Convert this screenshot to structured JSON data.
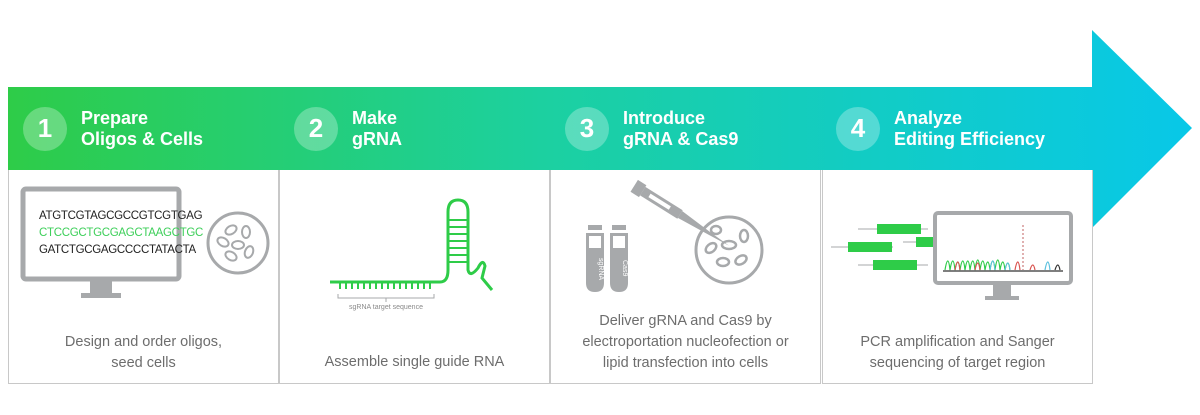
{
  "colors": {
    "green": "#2ecc48",
    "cyan": "#12cde4",
    "gray": "#a7a9ab",
    "text": "#6d6d6d"
  },
  "steps": [
    {
      "number": "1",
      "title_line1": "Prepare",
      "title_line2": "Oligos & Cells",
      "description_line1": "Design and order oligos,",
      "description_line2": "seed cells"
    },
    {
      "number": "2",
      "title_line1": "Make",
      "title_line2": "gRNA",
      "description_line1": "Assemble single guide RNA",
      "description_line2": ""
    },
    {
      "number": "3",
      "title_line1": "Introduce",
      "title_line2": "gRNA & Cas9",
      "description_line1": "Deliver gRNA and Cas9 by",
      "description_line2": "electroportation nucleofection or",
      "description_line3": "lipid transfection into cells"
    },
    {
      "number": "4",
      "title_line1": "Analyze",
      "title_line2": "Editing Efficiency",
      "description_line1": "PCR amplification and Sanger",
      "description_line2": "sequencing of target region"
    }
  ],
  "illustrations": {
    "dna_lines": [
      "ATGTCGTAGCGCCGTCGTGAG",
      "CTCCGCTGCGAGCTAAGCTGC",
      "GATCTGCGAGCCCCTATACTA"
    ],
    "sgrna_label": "sgRNA target sequence",
    "tube_labels": [
      "sgRNA",
      "Cas9"
    ]
  }
}
